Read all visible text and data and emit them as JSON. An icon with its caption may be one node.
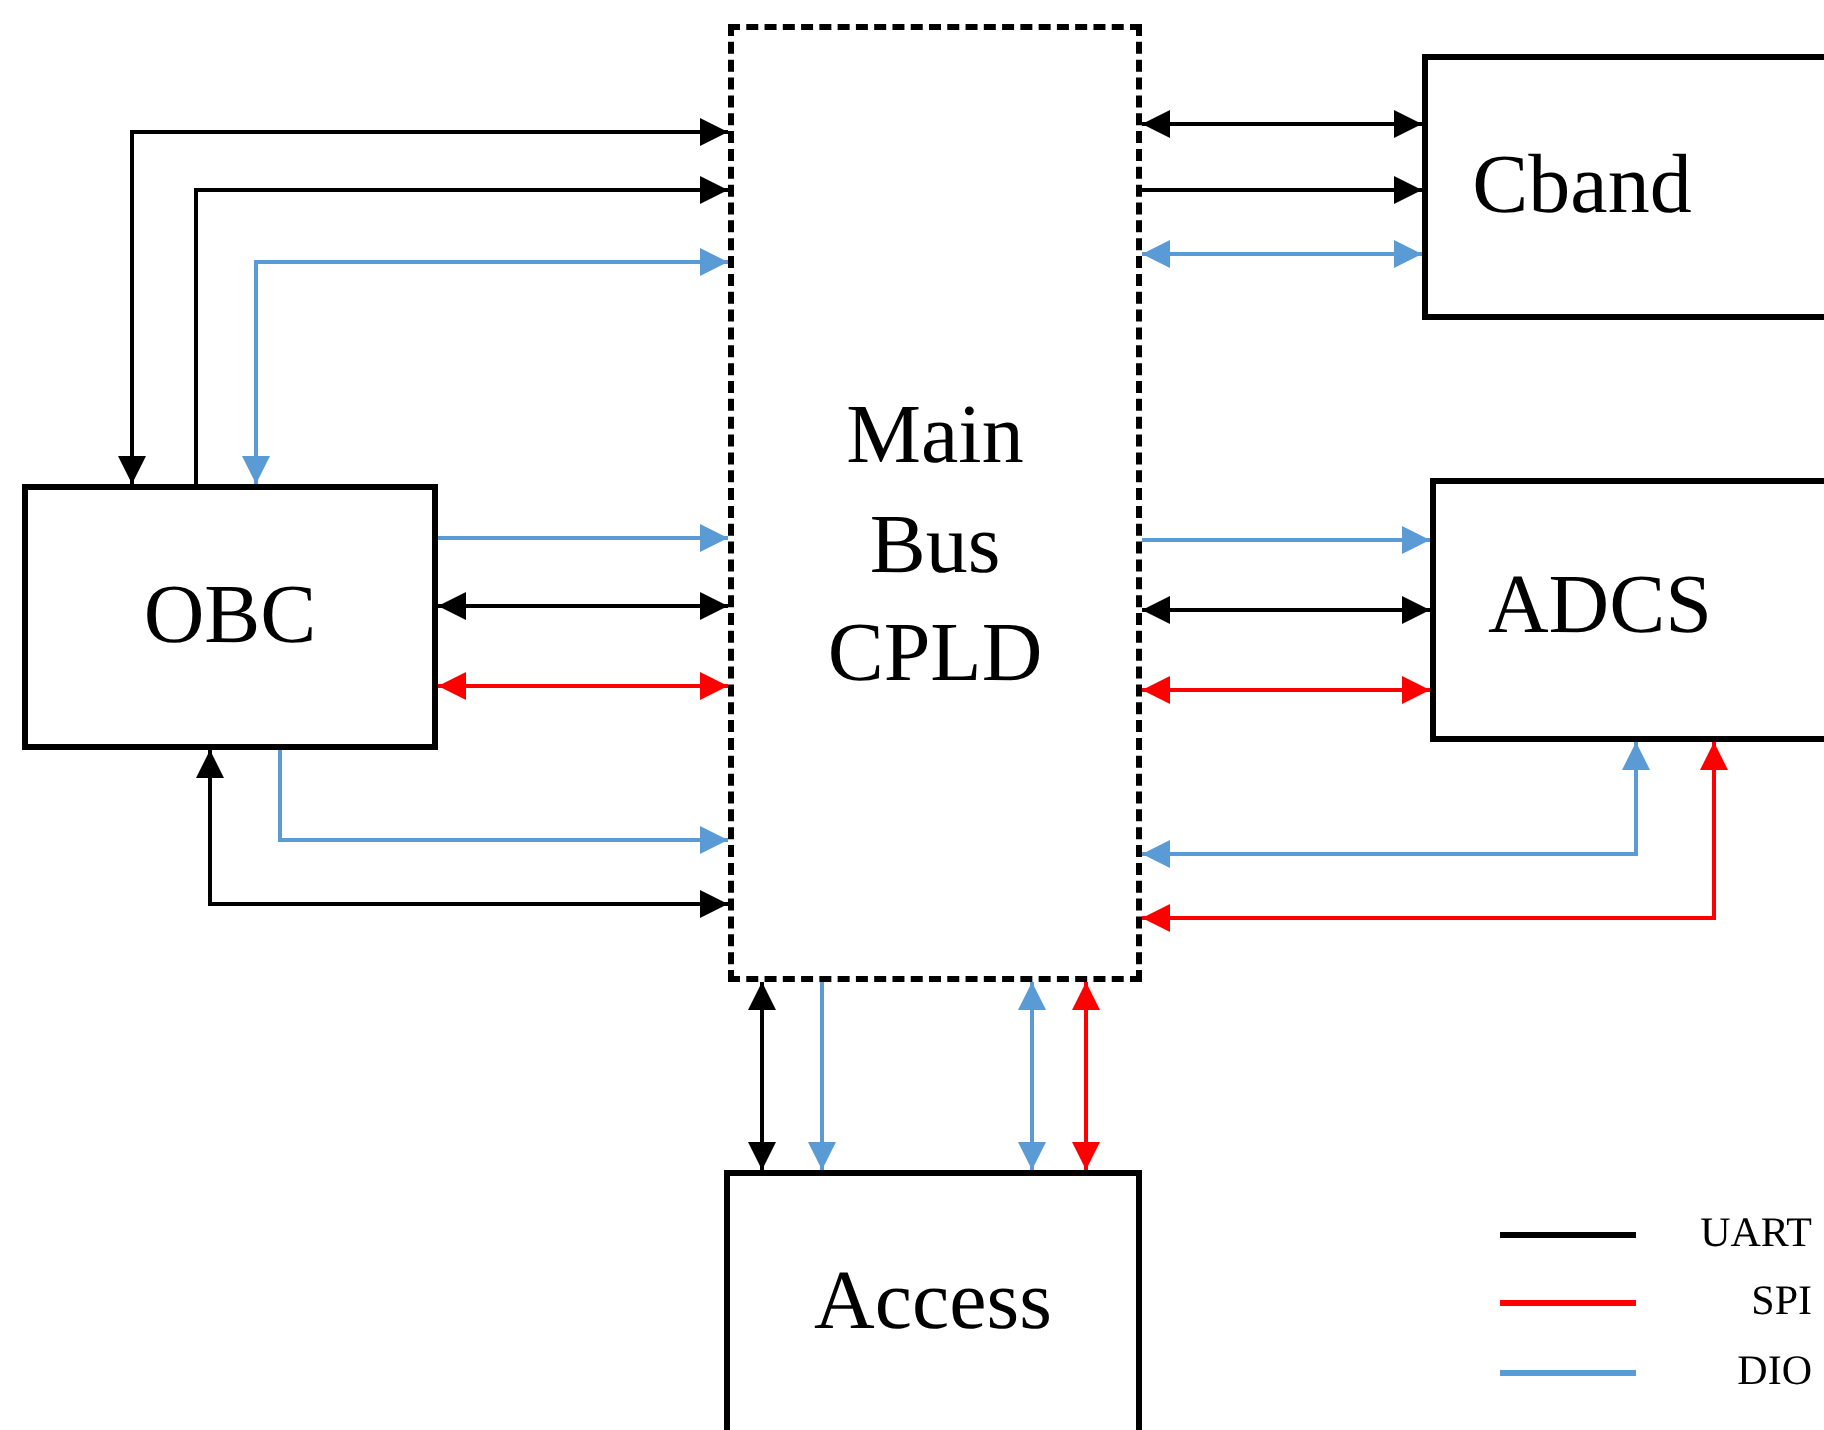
{
  "diagram": {
    "nodes": [
      {
        "text": [
          "Main Bus CPLD"
        ]
      },
      {
        "text": [
          "Cband"
        ]
      },
      {
        "text": [
          "OBC"
        ]
      },
      {
        "text": [
          "ADCS"
        ]
      },
      {
        "text": [
          "Access"
        ]
      }
    ],
    "edges": [
      {
        "from": 2,
        "to": 0,
        "arrow": "both"
      },
      {
        "from": 2,
        "to": 0,
        "arrow": "to"
      },
      {
        "from": 2,
        "to": 0,
        "arrow": "both",
        "color": "#5b9bd5"
      },
      {
        "from": 2,
        "to": 0,
        "arrow": "to",
        "color": "#5b9bd5"
      },
      {
        "from": 2,
        "to": 0,
        "arrow": "both"
      },
      {
        "from": 2,
        "to": 0,
        "arrow": "both",
        "color": "#ff0000"
      },
      {
        "from": 2,
        "to": 0,
        "arrow": "to",
        "color": "#5b9bd5"
      },
      {
        "from": 2,
        "to": 0,
        "arrow": "both"
      },
      {
        "from": 0,
        "to": 1,
        "arrow": "both"
      },
      {
        "from": 0,
        "to": 1,
        "arrow": "to"
      },
      {
        "from": 0,
        "to": 1,
        "arrow": "both",
        "color": "#5b9bd5"
      },
      {
        "from": 0,
        "to": 3,
        "arrow": "to",
        "color": "#5b9bd5"
      },
      {
        "from": 0,
        "to": 3,
        "arrow": "both"
      },
      {
        "from": 0,
        "to": 3,
        "arrow": "both",
        "color": "#ff0000"
      },
      {
        "from": 0,
        "to": 3,
        "arrow": "both",
        "color": "#5b9bd5"
      },
      {
        "from": 0,
        "to": 3,
        "arrow": "both",
        "color": "#ff0000"
      },
      {
        "from": 0,
        "to": 4,
        "arrow": "both"
      },
      {
        "from": 0,
        "to": 4,
        "arrow": "to",
        "color": "#5b9bd5"
      },
      {
        "from": 0,
        "to": 4,
        "arrow": "both",
        "color": "#5b9bd5"
      },
      {
        "from": 0,
        "to": 4,
        "arrow": "both",
        "color": "#ff0000"
      }
    ],
    "legend": [
      {
        "text": "UART",
        "color": "#000000"
      },
      {
        "text": "SPI",
        "color": "#ff0000"
      },
      {
        "text": "DIO",
        "color": "#5b9bd5"
      }
    ]
  }
}
